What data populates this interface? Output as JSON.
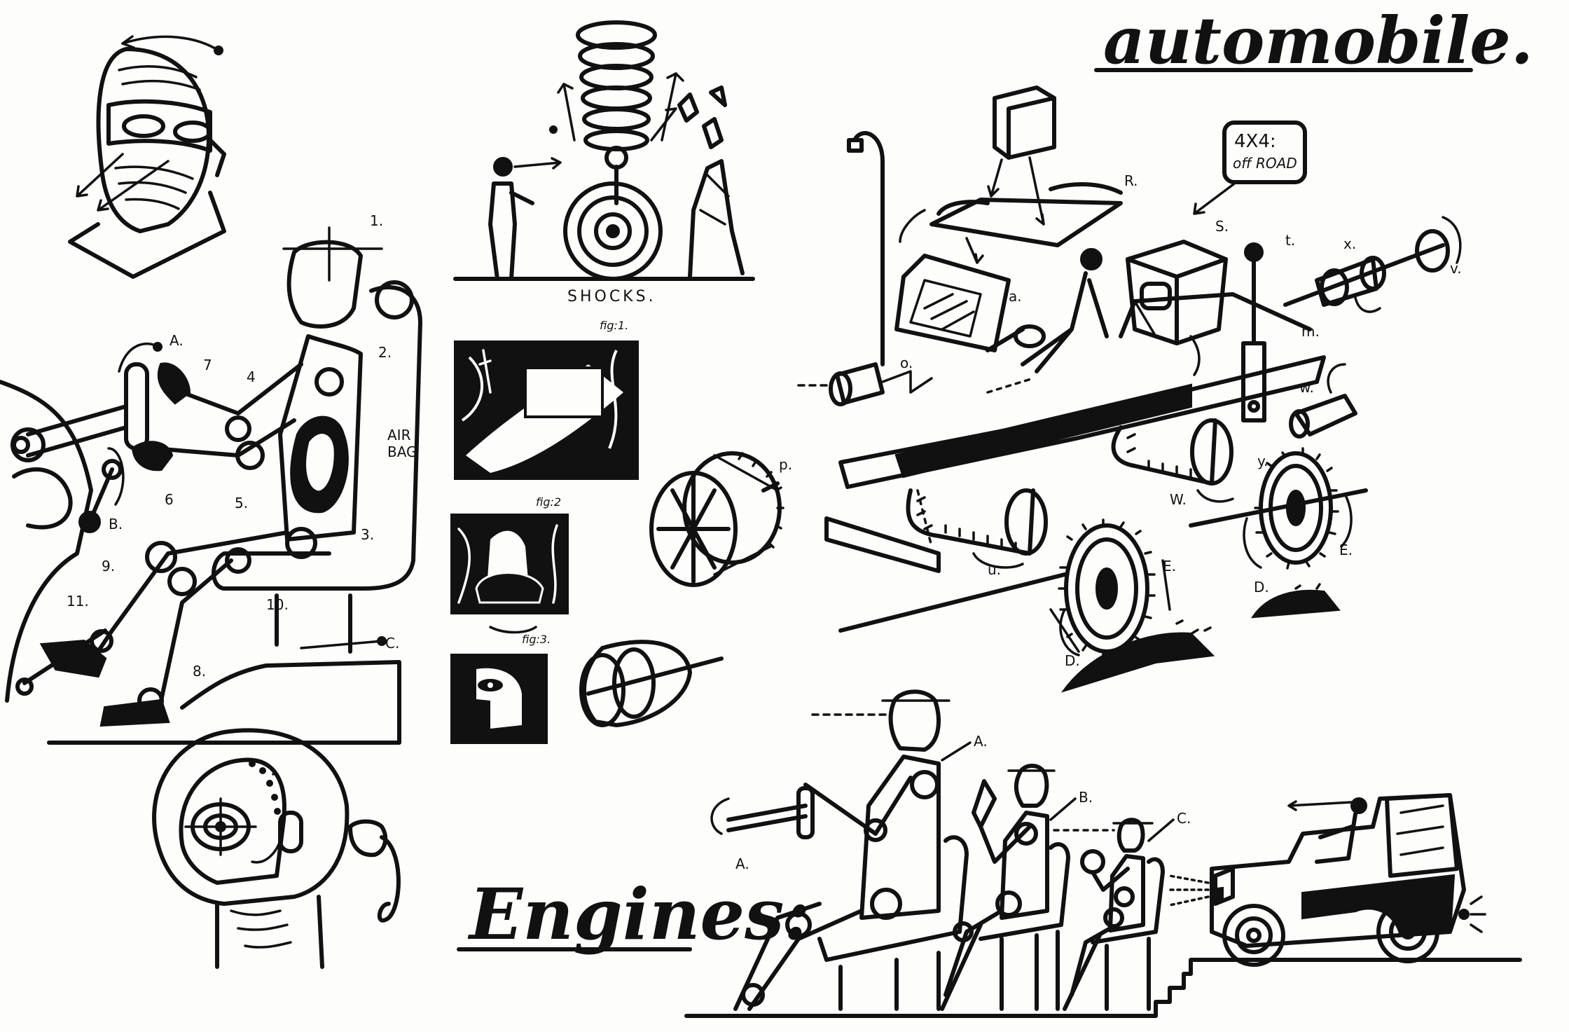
{
  "titles": {
    "automobile": "automobile.",
    "engines": "Engines:"
  },
  "captions": {
    "shocks": "SHOCKS.",
    "fig1": "fig:1.",
    "fig2": "fig:2",
    "fig3": "fig:3.",
    "offroad_line1": "4X4:",
    "offroad_line2": "off ROAD",
    "airbag_line1": "AIR",
    "airbag_line2": "BAG"
  },
  "seat_labels": {
    "n1": "1.",
    "n2": "2.",
    "n3": "3.",
    "n4": "4",
    "n5": "5.",
    "n6": "6",
    "n7": "7",
    "n8": "8.",
    "n9": "9.",
    "n10": "10.",
    "n11": "11.",
    "A": "A.",
    "B": "B.",
    "C": "C."
  },
  "car_labels": {
    "R": "R.",
    "S": "S.",
    "t": "t.",
    "a": "a.",
    "o": "o.",
    "m": "m.",
    "x": "x.",
    "v": "v.",
    "w": "w.",
    "W": "W.",
    "y": "y.",
    "u": "u.",
    "D1": "D.",
    "D2": "D.",
    "E1": "E.",
    "E2": "E.",
    "p": "p."
  },
  "engine_labels": {
    "A1": "A.",
    "A2": "A.",
    "B": "B.",
    "C": "C."
  },
  "colors": {
    "ink": "#111111",
    "paper": "#fdfdfb"
  }
}
